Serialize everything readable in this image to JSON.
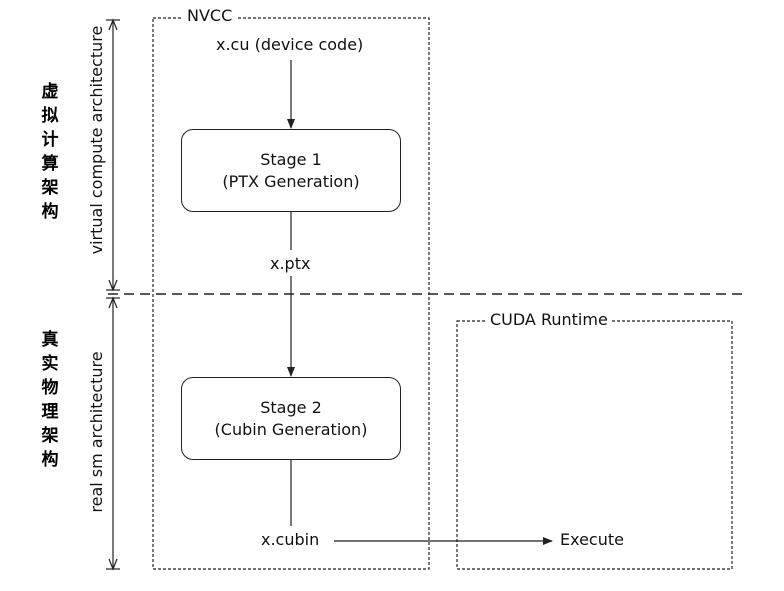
{
  "nvcc": {
    "title": "NVCC",
    "input": "x.cu (device code)",
    "stage1": {
      "line1": "Stage 1",
      "line2": "(PTX Generation)"
    },
    "ptx": "x.ptx",
    "stage2": {
      "line1": "Stage 2",
      "line2": "(Cubin Generation)"
    },
    "cubin": "x.cubin"
  },
  "runtime": {
    "title": "CUDA Runtime",
    "execute": "Execute"
  },
  "side": {
    "virtual_en": "virtual compute architecture",
    "real_en": "real sm architecture",
    "virtual_cn": "虚拟计算架构",
    "real_cn": "真实物理架构"
  }
}
